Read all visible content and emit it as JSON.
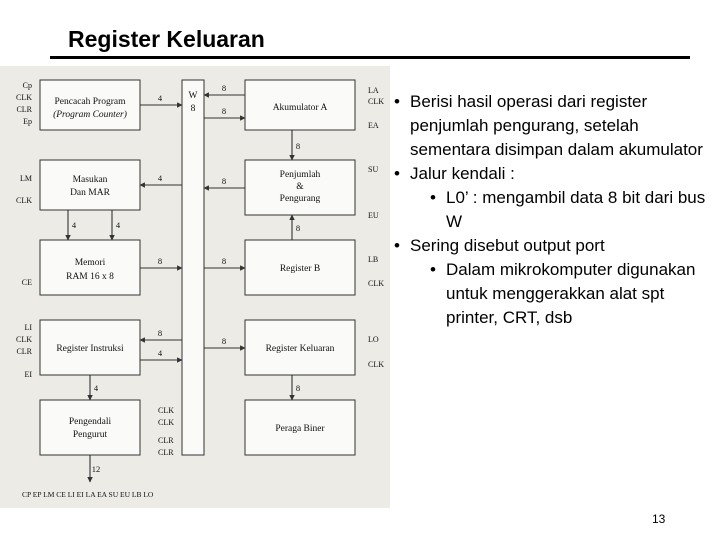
{
  "slide": {
    "title": "Register Keluaran",
    "page_number": "13"
  },
  "bullets": [
    {
      "level": 1,
      "bullet": "•",
      "text": "Berisi hasil operasi dari register penjumlah pengurang, setelah sementara disimpan dalam akumulator"
    },
    {
      "level": 1,
      "bullet": "•",
      "text": "Jalur kendali :"
    },
    {
      "level": 2,
      "bullet": "•",
      "text": "L0’ : mengambil data 8 bit dari bus W"
    },
    {
      "level": 1,
      "bullet": "•",
      "text": "Sering disebut output port"
    },
    {
      "level": 2,
      "bullet": "•",
      "text": "Dalam mikrokomputer digunakan untuk menggerakkan alat spt printer, CRT, dsb"
    }
  ],
  "diagram": {
    "blocks": {
      "pc": [
        "Pencacah Program",
        "(Program Counter)"
      ],
      "mar": [
        "Masukan",
        "Dan MAR"
      ],
      "ram": [
        "Memori",
        "RAM 16 x 8"
      ],
      "ir": "Register Instruksi",
      "control": [
        "Pengendali",
        "Pengurut"
      ],
      "acc": "Akumulator A",
      "adder": [
        "Penjumlah",
        "&",
        "Pengurang"
      ],
      "regb": "Register B",
      "out": "Register Keluaran",
      "display": "Peraga Biner",
      "bus": [
        "W",
        "8"
      ]
    },
    "signals": {
      "pc": [
        "Cp",
        "CLK",
        "CLR",
        "Ep"
      ],
      "mar": [
        "LM",
        "CLK"
      ],
      "ram": "CE",
      "ir": [
        "LI",
        "CLK",
        "CLR",
        "EI"
      ],
      "acc": [
        "LA",
        "CLK",
        "EA"
      ],
      "adder": [
        "SU",
        "EU"
      ],
      "regb": [
        "LB",
        "CLK"
      ],
      "out": [
        "LO",
        "CLK"
      ],
      "control": [
        "CLK",
        "CLK",
        "CLR",
        "CLR"
      ],
      "control_word": "CP EP LM CE   LI EI LA EA   SU EU LB LO"
    },
    "widths": {
      "pc_bus": "4",
      "mar_bus": "4",
      "mar_ram_a": "4",
      "mar_ram_b": "4",
      "ram_bus": "8",
      "ir_bus_a": "8",
      "ir_bus_b": "4",
      "ir_ctrl": "4",
      "acc_bus_a": "8",
      "acc_bus_b": "8",
      "acc_adder": "8",
      "adder_bus": "8",
      "regb_adder": "8",
      "bus_regb": "8",
      "bus_out": "8",
      "out_display": "8",
      "control_word": "12"
    }
  }
}
